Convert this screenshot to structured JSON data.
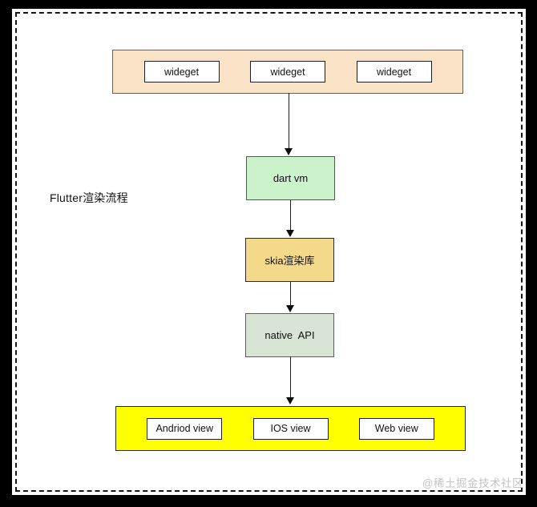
{
  "title": "Flutter渲染流程",
  "watermark": "@稀土掘金技术社区",
  "colors": {
    "widget_band_bg": "#fae2c6",
    "dart_vm_bg": "#ccf2cb",
    "skia_bg": "#f5d98b",
    "native_api_bg": "#d8e4d4",
    "platform_band_bg": "#ffff00",
    "inner_box_bg": "#ffffff",
    "border_dark": "#1f1f1f",
    "watermark_color": "#c3c3c3"
  },
  "diagram": {
    "widget_band": {
      "items": [
        "wideget",
        "wideget",
        "wideget"
      ]
    },
    "nodes": [
      {
        "label": "dart vm"
      },
      {
        "label": "skia渲染库"
      },
      {
        "label": "native  API"
      }
    ],
    "platform_band": {
      "items": [
        "Andriod view",
        "IOS view",
        "Web view"
      ]
    }
  }
}
